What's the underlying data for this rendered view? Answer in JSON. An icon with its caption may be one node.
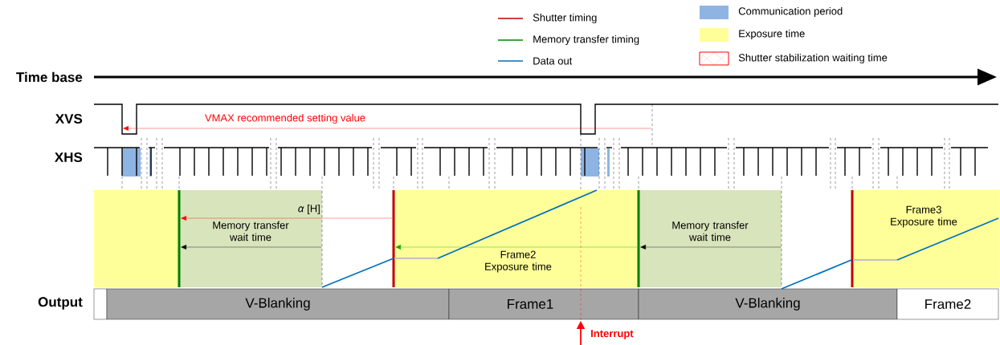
{
  "diagram": {
    "labels": [
      "Time base",
      "XVS",
      "VMAX recommended setting value",
      "XHS",
      "*α* [H]",
      "Memory transfer wait time",
      "Frame2 Exposure time",
      "Memory transfer wait time",
      "Frame3 Exposure time",
      "Output",
      "V-Blanking",
      "Frame1",
      "V-Blanking",
      "Frame2",
      "Interrupt"
    ],
    "legend": [
      {
        "text": "Shutter timing"
      },
      {
        "text": "Memory transfer timing"
      },
      {
        "text": "Data out"
      },
      {
        "text": "Communication period",
        "color": "#8eb4e3"
      },
      {
        "text": "Exposure time",
        "color": "#ffff99"
      },
      {
        "text": "Shutter stabilization waiting time"
      }
    ]
  }
}
